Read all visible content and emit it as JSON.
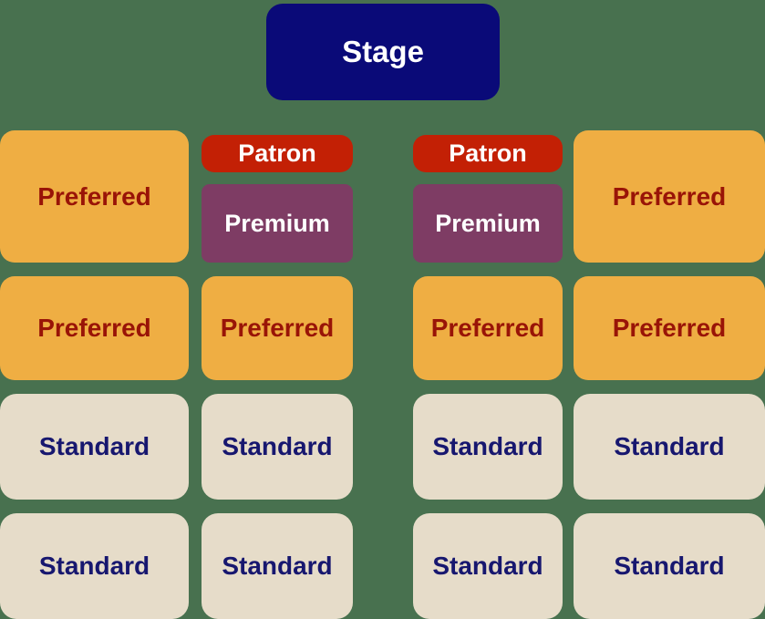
{
  "background_color": "#48714f",
  "stage": {
    "label": "Stage",
    "bg_color": "#0a0a78",
    "text_color": "#ffffff"
  },
  "tiers": {
    "patron": {
      "label": "Patron",
      "bg_color": "#c32005",
      "text_color": "#ffffff"
    },
    "premium": {
      "label": "Premium",
      "bg_color": "#7e3c64",
      "text_color": "#ffffff"
    },
    "preferred": {
      "label": "Preferred",
      "bg_color": "#efae43",
      "text_color": "#991407"
    },
    "standard": {
      "label": "Standard",
      "bg_color": "#e6dcc9",
      "text_color": "#17176f"
    }
  },
  "sections": [
    {
      "row": 1,
      "col": 1,
      "tier": "preferred",
      "label": "Preferred"
    },
    {
      "row": 1,
      "col": 2,
      "tier": "patron",
      "label": "Patron"
    },
    {
      "row": 1,
      "col": 2,
      "tier": "premium",
      "label": "Premium"
    },
    {
      "row": 1,
      "col": 3,
      "tier": "patron",
      "label": "Patron"
    },
    {
      "row": 1,
      "col": 3,
      "tier": "premium",
      "label": "Premium"
    },
    {
      "row": 1,
      "col": 4,
      "tier": "preferred",
      "label": "Preferred"
    },
    {
      "row": 2,
      "col": 1,
      "tier": "preferred",
      "label": "Preferred"
    },
    {
      "row": 2,
      "col": 2,
      "tier": "preferred",
      "label": "Preferred"
    },
    {
      "row": 2,
      "col": 3,
      "tier": "preferred",
      "label": "Preferred"
    },
    {
      "row": 2,
      "col": 4,
      "tier": "preferred",
      "label": "Preferred"
    },
    {
      "row": 3,
      "col": 1,
      "tier": "standard",
      "label": "Standard"
    },
    {
      "row": 3,
      "col": 2,
      "tier": "standard",
      "label": "Standard"
    },
    {
      "row": 3,
      "col": 3,
      "tier": "standard",
      "label": "Standard"
    },
    {
      "row": 3,
      "col": 4,
      "tier": "standard",
      "label": "Standard"
    },
    {
      "row": 4,
      "col": 1,
      "tier": "standard",
      "label": "Standard"
    },
    {
      "row": 4,
      "col": 2,
      "tier": "standard",
      "label": "Standard"
    },
    {
      "row": 4,
      "col": 3,
      "tier": "standard",
      "label": "Standard"
    },
    {
      "row": 4,
      "col": 4,
      "tier": "standard",
      "label": "Standard"
    }
  ],
  "layout": {
    "rows": 4,
    "columns": 4,
    "center_aisle_between_columns": [
      2,
      3
    ]
  }
}
